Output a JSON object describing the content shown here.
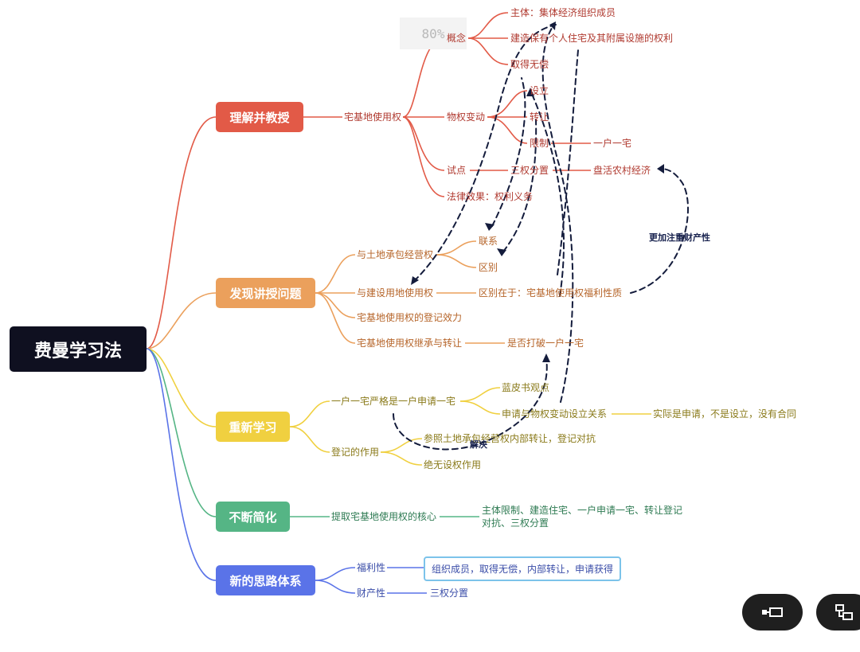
{
  "zoom_level": "80%",
  "root": "费曼学习法",
  "colors": {
    "red": "#e25a47",
    "orange": "#eba05c",
    "yellow": "#f0d040",
    "green": "#55b585",
    "blue": "#5a73e8",
    "root": "#0f1020"
  },
  "branches": {
    "understand": {
      "title": "理解并教授",
      "topic": "宅基地使用权",
      "concept": "概念",
      "concept_items": [
        "主体：集体经济组织成员",
        "建造保有个人住宅及其附属设施的权利",
        "取得无偿"
      ],
      "change": "物权变动",
      "change_items": [
        "设立",
        "转让",
        "限制"
      ],
      "restriction_detail": "一户一宅",
      "pilot": "试点",
      "pilot_item": "三权分置",
      "pilot_detail": "盘活农村经济",
      "effect": "法律效果：权利义务"
    },
    "discover": {
      "title": "发现讲授问题",
      "items": [
        "与土地承包经营权",
        "与建设用地使用权",
        "宅基地使用权的登记效力",
        "宅基地使用权继承与转让"
      ],
      "land_sub": [
        "联系",
        "区别"
      ],
      "construction_detail": "区别在于：宅基地使用权福利性质",
      "inherit_detail": "是否打破一户一宅"
    },
    "relearn": {
      "title": "重新学习",
      "item1": "一户一宅严格是一户申请一宅",
      "item1_sub": [
        "蓝皮书观点",
        "申请与物权变动设立关系"
      ],
      "item1_detail": "实际是申请，不是设立，没有合同",
      "item2": "登记的作用",
      "item2_sub": [
        "参照土地承包经营权内部转让，登记对抗",
        "绝无设权作用"
      ]
    },
    "simplify": {
      "title": "不断简化",
      "item": "提取宅基地使用权的核心",
      "detail_line1": "主体限制、建造住宅、一户申请一宅、转让登记",
      "detail_line2": "对抗、三权分置"
    },
    "system": {
      "title": "新的思路体系",
      "welfare": "福利性",
      "welfare_detail": "组织成员，取得无偿，内部转让，申请获得",
      "property": "财产性",
      "property_detail": "三权分置"
    }
  },
  "annotations": {
    "emphasis": "更加注重财产性",
    "solve": "解决"
  },
  "toolbar_icons": [
    "collapse-node-icon",
    "structure-layout-icon"
  ]
}
